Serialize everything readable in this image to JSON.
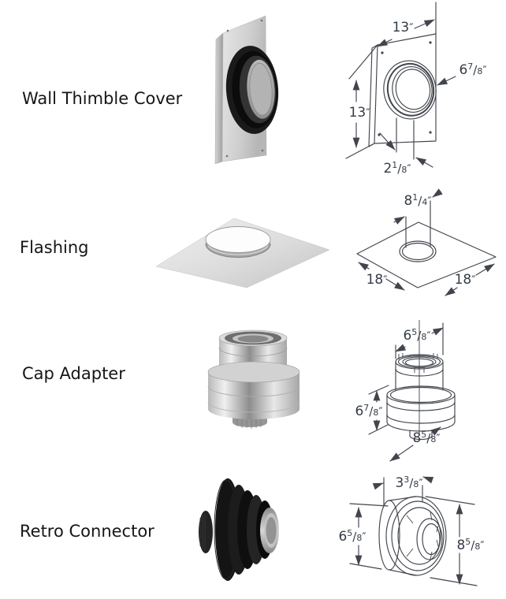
{
  "colors": {
    "page_bg": "#ffffff",
    "label_text": "#161616",
    "dim_text": "#353c47",
    "drawing_line": "#42454c"
  },
  "rows": [
    {
      "label": "Wall Thimble Cover",
      "drawing": {
        "dims": {
          "width_top": {
            "whole": "13",
            "num": "",
            "den": "",
            "unit": "″"
          },
          "height_left": {
            "whole": "13",
            "num": "",
            "den": "",
            "unit": "″"
          },
          "collar_diameter": {
            "whole": "6",
            "num": "7",
            "den": "8",
            "unit": "″"
          },
          "bottom_offset": {
            "whole": "2",
            "num": "1",
            "den": "8",
            "unit": "″"
          }
        }
      }
    },
    {
      "label": "Flashing",
      "drawing": {
        "dims": {
          "hole_diameter": {
            "whole": "8",
            "num": "1",
            "den": "4",
            "unit": "″"
          },
          "side_left": {
            "whole": "18",
            "num": "",
            "den": "",
            "unit": "″"
          },
          "side_right": {
            "whole": "18",
            "num": "",
            "den": "",
            "unit": "″"
          }
        }
      }
    },
    {
      "label": "Cap Adapter",
      "drawing": {
        "dims": {
          "top_diameter": {
            "whole": "6",
            "num": "5",
            "den": "8",
            "unit": "″"
          },
          "body_height": {
            "whole": "6",
            "num": "7",
            "den": "8",
            "unit": "″"
          },
          "base_diameter": {
            "whole": "8",
            "num": "5",
            "den": "8",
            "unit": "″"
          }
        }
      }
    },
    {
      "label": "Retro Connector",
      "drawing": {
        "dims": {
          "depth": {
            "whole": "3",
            "num": "3",
            "den": "8",
            "unit": "″"
          },
          "inner_diameter": {
            "whole": "6",
            "num": "5",
            "den": "8",
            "unit": "″"
          },
          "outer_diameter": {
            "whole": "8",
            "num": "5",
            "den": "8",
            "unit": "″"
          }
        }
      }
    }
  ]
}
